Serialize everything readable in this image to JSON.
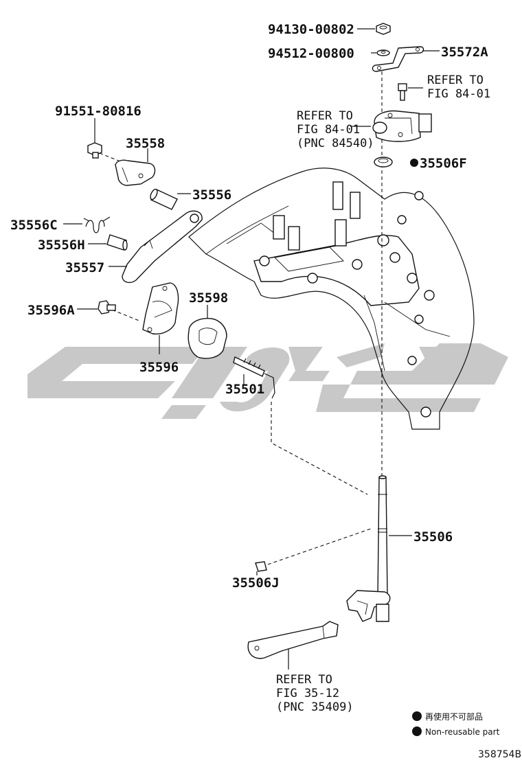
{
  "diagram": {
    "parts": {
      "nut": "94130-00802",
      "washer": "94512-00800",
      "bracket": "35572A",
      "refer_top_right": [
        "REFER TO",
        "FIG 84-01"
      ],
      "refer_switch": [
        "REFER TO",
        "FIG 84-01",
        "(PNC 84540)"
      ],
      "seal": "35506F",
      "bolt_top_left": "91551-80816",
      "cover": "35558",
      "pin": "35556",
      "spring": "35556C",
      "pin_small": "35556H",
      "lever": "35557",
      "bolt_left": "35596A",
      "plate": "35596",
      "roller": "35598",
      "rod": "35501",
      "shaft": "35506",
      "clip": "35506J",
      "refer_bottom": [
        "REFER TO",
        "FIG 35-12",
        "(PNC 35409)"
      ]
    },
    "legend": {
      "japanese": "再使用不可部品",
      "english": "Non-reusable part"
    },
    "figure_number": "358754B",
    "colors": {
      "line": "#111111",
      "watermark": "#c8c8c8"
    }
  }
}
